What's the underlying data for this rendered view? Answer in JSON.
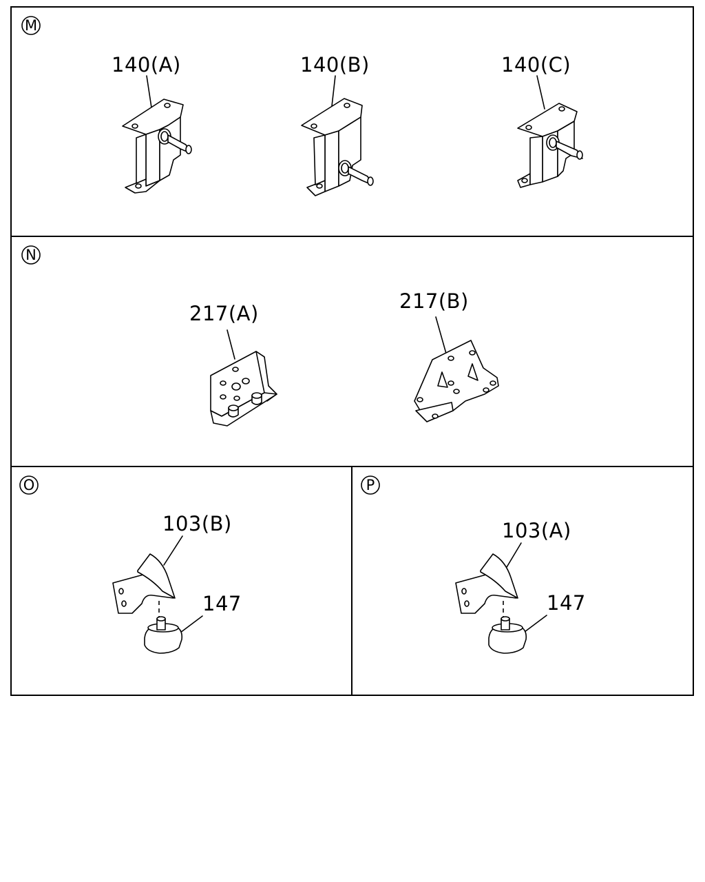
{
  "panels": [
    {
      "letter": "M",
      "labels": [
        "140(A)",
        "140(B)",
        "140(C)"
      ]
    },
    {
      "letter": "N",
      "labels": [
        "217(A)",
        "217(B)"
      ]
    },
    {
      "letter": "O",
      "labels": [
        "103(B)",
        "147"
      ]
    },
    {
      "letter": "P",
      "labels": [
        "103(A)",
        "147"
      ]
    }
  ]
}
